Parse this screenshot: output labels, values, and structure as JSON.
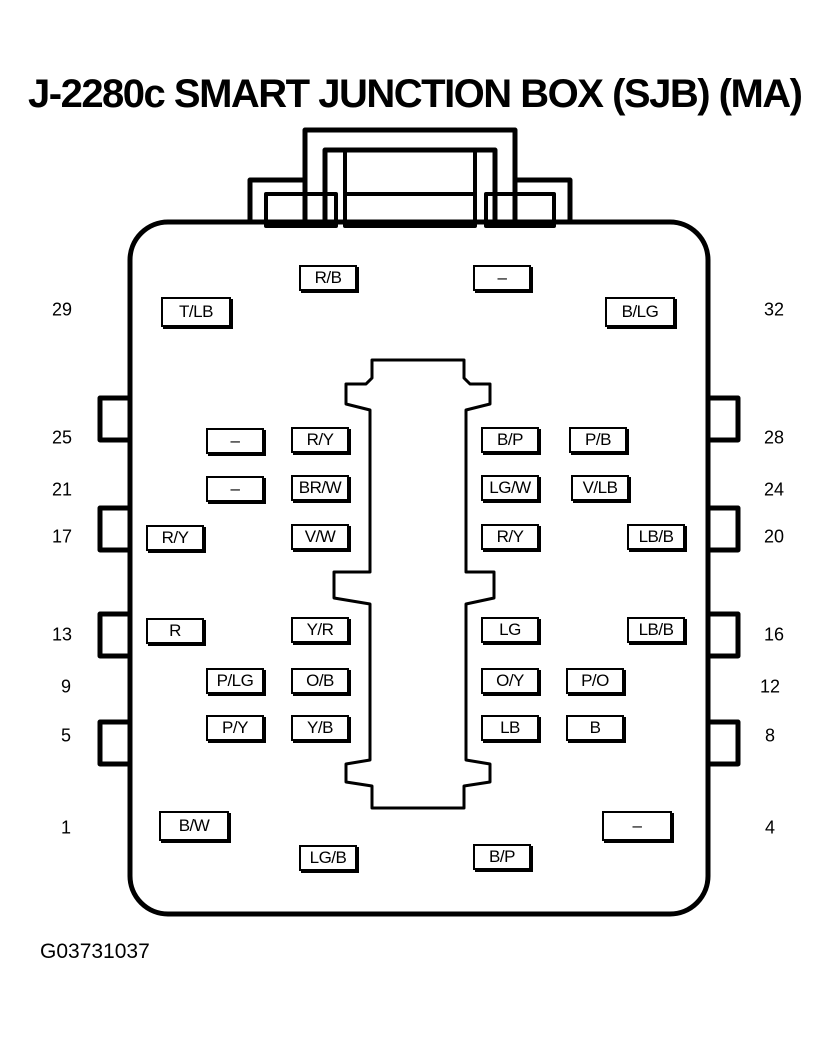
{
  "title": "J-2280c SMART JUNCTION BOX (SJB) (MA)",
  "figure_id": "G03731037",
  "pin_numbers": {
    "p29": "29",
    "p32": "32",
    "p25": "25",
    "p28": "28",
    "p21": "21",
    "p24": "24",
    "p17": "17",
    "p20": "20",
    "p13": "13",
    "p16": "16",
    "p9": "9",
    "p12": "12",
    "p5": "5",
    "p8": "8",
    "p1": "1",
    "p4": "4"
  },
  "wires": {
    "top_center_left": "R/B",
    "top_center_right": "–",
    "row29_left": "T/LB",
    "row32_right": "B/LG",
    "r25_c1": "–",
    "r25_c2": "R/Y",
    "r25_c3": "B/P",
    "r25_c4": "P/B",
    "r21_c1": "–",
    "r21_c2": "BR/W",
    "r21_c3": "LG/W",
    "r21_c4": "V/LB",
    "r17_c1": "R/Y",
    "r17_c2": "V/W",
    "r17_c3": "R/Y",
    "r17_c4": "LB/B",
    "r13_c1": "R",
    "r13_c2": "Y/R",
    "r13_c3": "LG",
    "r13_c4": "LB/B",
    "r9_c1": "P/LG",
    "r9_c2": "O/B",
    "r9_c3": "O/Y",
    "r9_c4": "P/O",
    "r5_c1": "P/Y",
    "r5_c2": "Y/B",
    "r5_c3": "LB",
    "r5_c4": "B",
    "row1_left": "B/W",
    "row4_right": "–",
    "bottom_center_left": "LG/B",
    "bottom_center_right": "B/P"
  }
}
